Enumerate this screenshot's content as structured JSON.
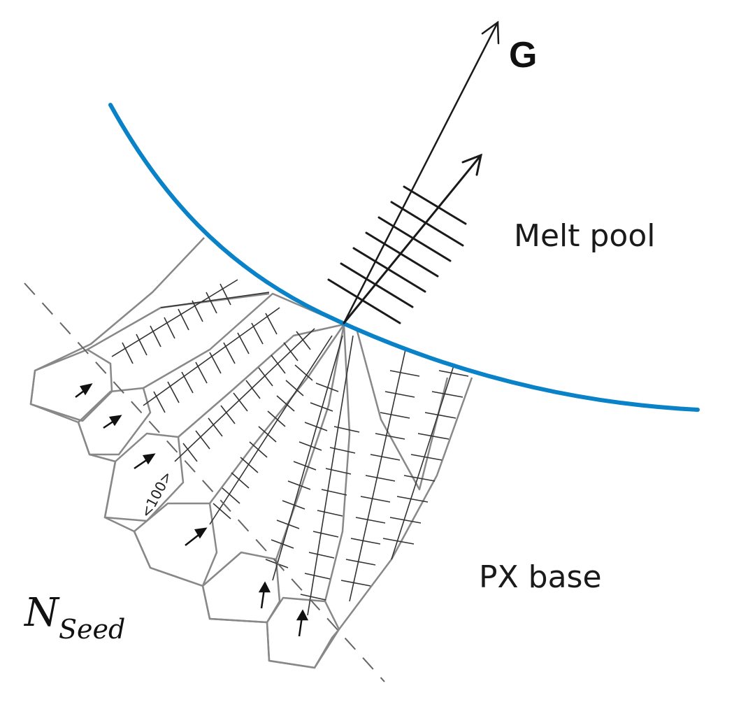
{
  "labels": {
    "gradient": "G",
    "melt_pool": "Melt pool",
    "base": "PX base",
    "n_symbol": "N",
    "n_subscript": "Seed",
    "orientation": "<100>"
  },
  "colors": {
    "melt_pool_boundary": "#0a82c8",
    "lines": "#222222",
    "grain_outline": "#888888",
    "dendrite_arms": "#333333"
  },
  "icons": {
    "gradient_arrow": "arrow-up-right-icon",
    "growth_arrow": "arrow-up-right-icon",
    "seed_arrows": "small-arrow-icon"
  }
}
